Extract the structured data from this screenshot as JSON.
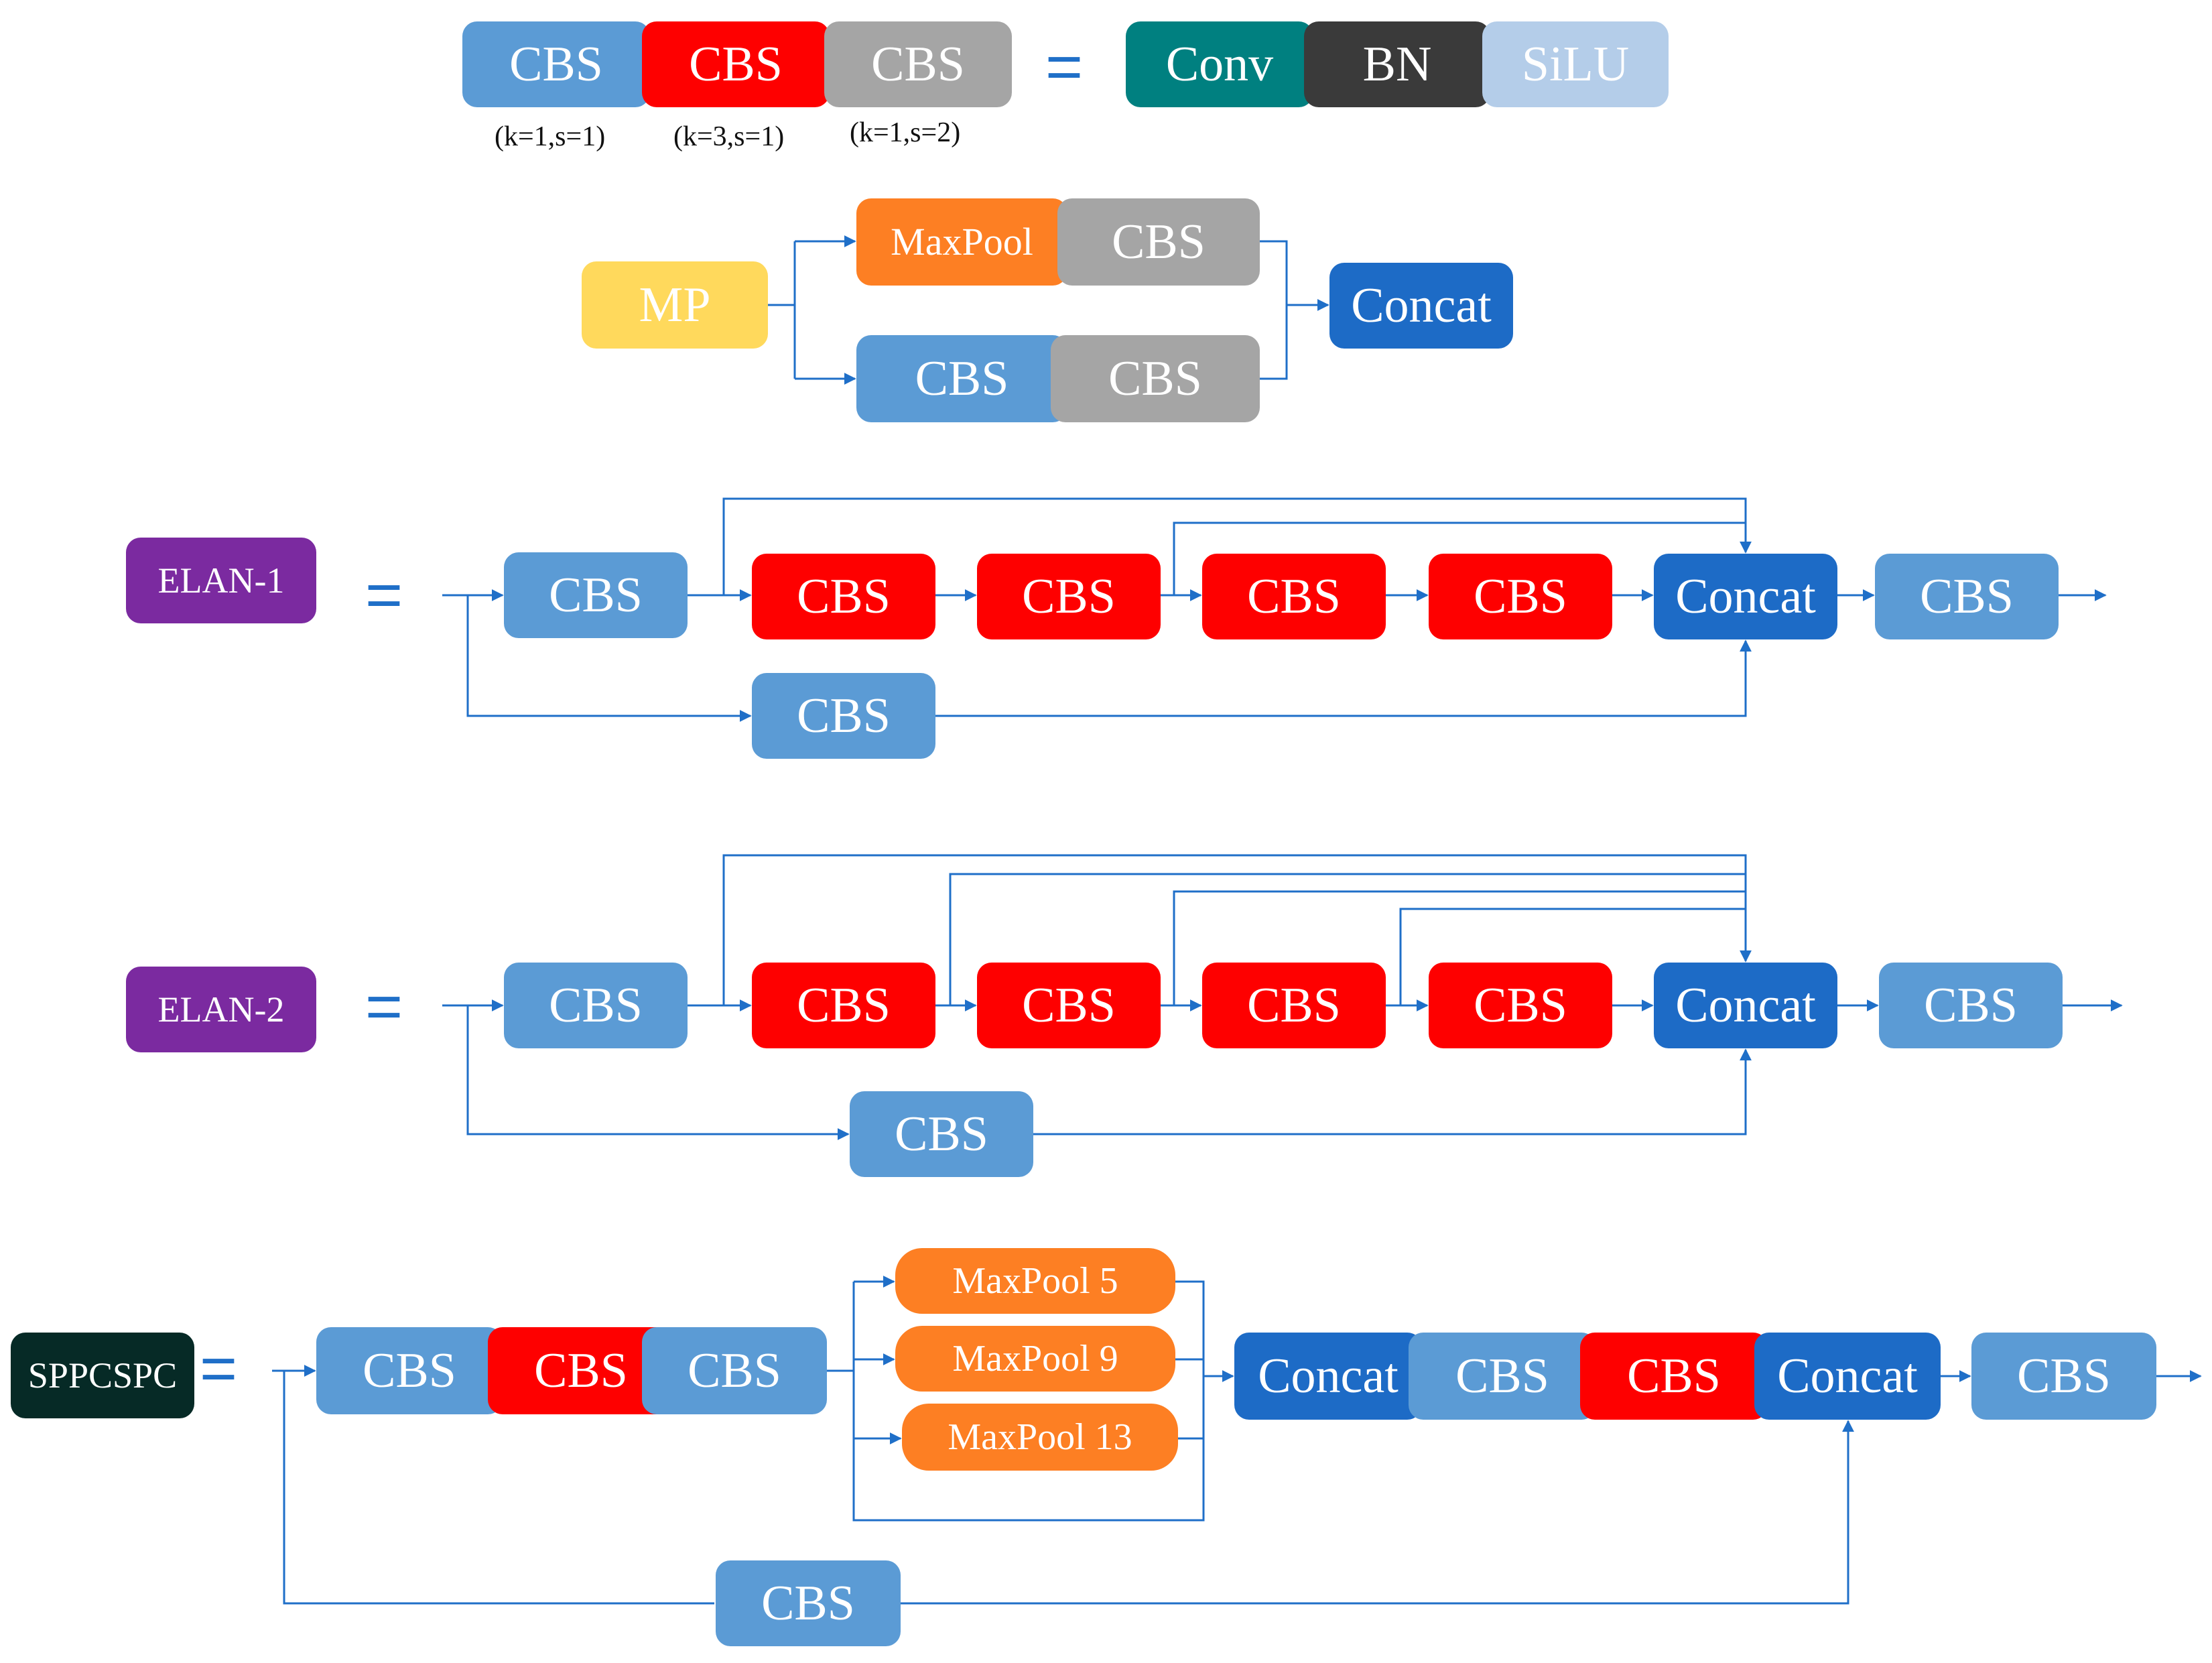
{
  "colors": {
    "line": "#1f6fc8",
    "cbs_k1s1": "#5b9bd5",
    "cbs_k3s1": "#fe0000",
    "cbs_k1s2": "#a5a5a5",
    "conv": "#008080",
    "bn": "#3a3a3a",
    "silu": "#b4cde9",
    "maxpool": "#fd7f23",
    "mp": "#ffd95c",
    "concat": "#1d6bc6",
    "elan_label": "#7b2aa0",
    "sppcspc_label": "#062a26"
  },
  "equals_sign": "=",
  "legend": {
    "cbs_label": "CBS",
    "params_k1s1": "(k=1,s=1)",
    "params_k3s1": "(k=3,s=1)",
    "params_k1s2": "(k=1,s=2)",
    "conv": "Conv",
    "bn": "BN",
    "silu": "SiLU"
  },
  "mp_block": {
    "label": "MP",
    "maxpool": "MaxPool",
    "cbs": "CBS",
    "concat": "Concat"
  },
  "elan1": {
    "label": "ELAN-1",
    "cbs": "CBS",
    "concat": "Concat"
  },
  "elan2": {
    "label": "ELAN-2",
    "cbs": "CBS",
    "concat": "Concat"
  },
  "sppcspc": {
    "label": "SPPCSPC",
    "cbs": "CBS",
    "maxpool5": "MaxPool 5",
    "maxpool9": "MaxPool 9",
    "maxpool13": "MaxPool 13",
    "concat": "Concat"
  }
}
